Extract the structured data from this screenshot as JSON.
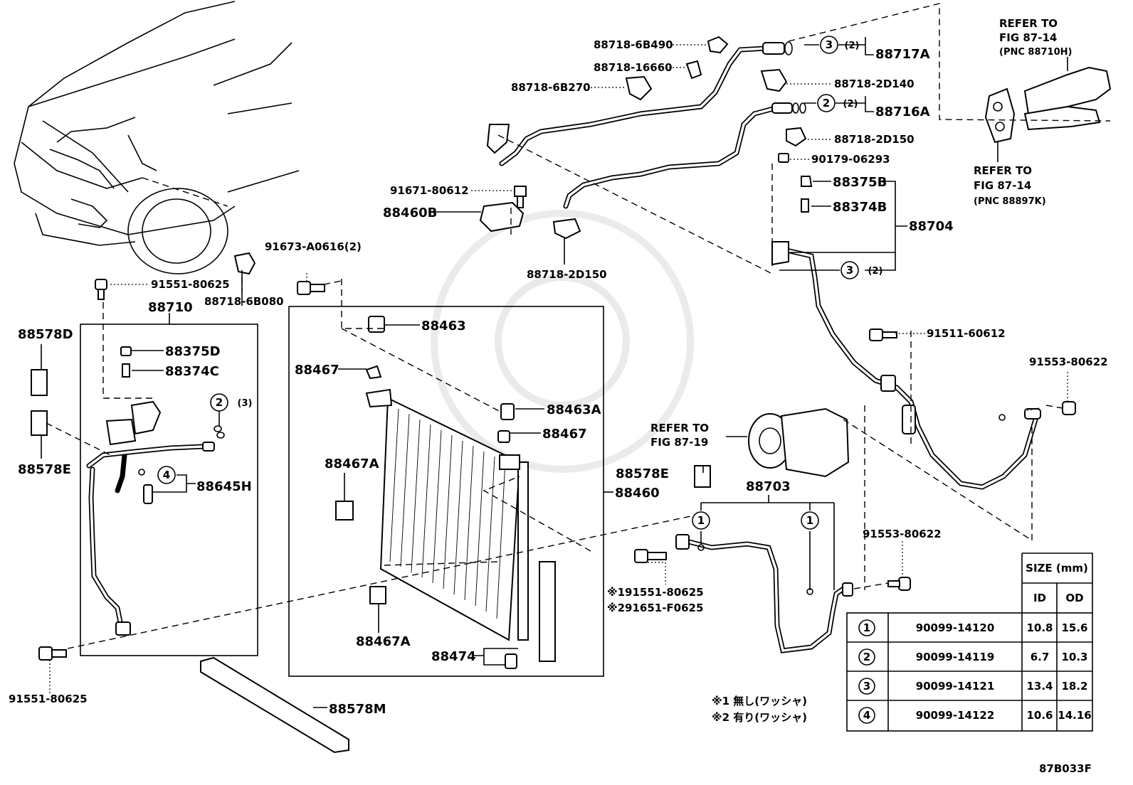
{
  "diagram_code": "87B033F",
  "refs": {
    "fig_87_14_top": [
      "REFER TO",
      "FIG 87-14",
      "(PNC 88710H)"
    ],
    "fig_87_14_bottom": [
      "REFER TO",
      "FIG 87-14",
      "(PNC 88897K)"
    ],
    "fig_87_19": [
      "REFER TO",
      "FIG 87-19"
    ]
  },
  "labels": {
    "p88718_6B490": "88718-6B490",
    "p88718_16660": "88718-16660",
    "p88718_6B270": "88718-6B270",
    "p88717A": "88717A",
    "p88718_2D140": "88718-2D140",
    "p88716A": "88716A",
    "p88718_2D150_a": "88718-2D150",
    "p90179_06293": "90179-06293",
    "p88375B": "88375B",
    "p88374B": "88374B",
    "p88704": "88704",
    "p91671_80612": "91671-80612",
    "p88460B": "88460B",
    "p88718_2D150_b": "88718-2D150",
    "p91673_A0616": "91673-A0616(2)",
    "p91551_80625_a": "91551-80625",
    "p88718_6B080": "88718-6B080",
    "p88710": "88710",
    "p88578D": "88578D",
    "p88375D": "88375D",
    "p88374C": "88374C",
    "p88578E_a": "88578E",
    "p88645H": "88645H",
    "p88463": "88463",
    "p88467_a": "88467",
    "p88463A": "88463A",
    "p88467_b": "88467",
    "p88467A_a": "88467A",
    "p88460": "88460",
    "p88467A_b": "88467A",
    "p88474": "88474",
    "p91511_60612": "91511-60612",
    "p91553_80622_a": "91553-80622",
    "p88578E_b": "88578E",
    "p88703": "88703",
    "p91553_80622_b": "91553-80622",
    "p_ast1": "※191551-80625",
    "p_ast2": "※291651-F0625",
    "p91551_80625_b": "91551-80625",
    "p88578M": "88578M",
    "note1": "※1 無し(ワッシャ)",
    "note2": "※2 有り(ワッシャ)"
  },
  "callouts": {
    "c3a": "3",
    "c3a_q": "(2)",
    "c2a": "2",
    "c2a_q": "(2)",
    "c3b": "3",
    "c3b_q": "(2)",
    "c2b": "2",
    "c2b_q": "(3)",
    "c4": "4",
    "c1a": "1",
    "c1b": "1"
  },
  "size_table": {
    "header_size": "SIZE (mm)",
    "header_id": "ID",
    "header_od": "OD",
    "rows": [
      {
        "ref": "1",
        "part": "90099-14120",
        "id": "10.8",
        "od": "15.6"
      },
      {
        "ref": "2",
        "part": "90099-14119",
        "id": "6.7",
        "od": "10.3"
      },
      {
        "ref": "3",
        "part": "90099-14121",
        "id": "13.4",
        "od": "18.2"
      },
      {
        "ref": "4",
        "part": "90099-14122",
        "id": "10.6",
        "od": "14.16"
      }
    ]
  }
}
